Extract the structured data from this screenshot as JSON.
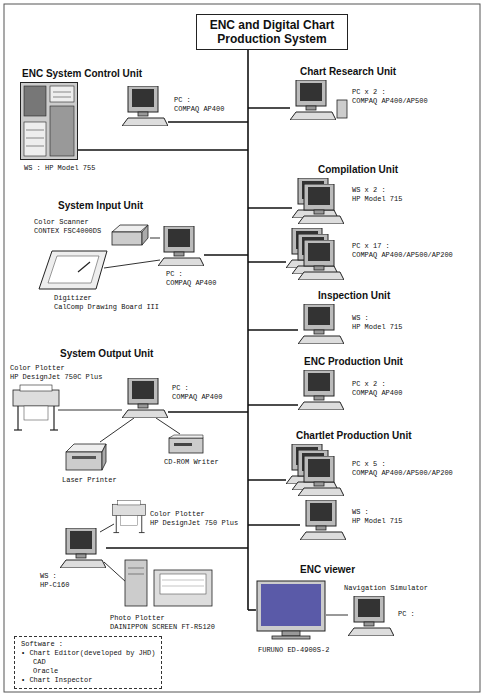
{
  "diagram": {
    "title": "ENC and Digital Chart Production System",
    "nodes": [
      {
        "text": [
          "Software :",
          "• Chart Editor(developed by JHD)",
          "CAD",
          "Oracle",
          "• Chart Inspector"
        ]
      }
    ],
    "labels": [
      "ENC System Control Unit",
      "PC :",
      "COMPAQ AP400",
      "WS : HP Model 755",
      "Chart Research Unit",
      "PC x 2 :",
      "COMPAQ AP400/AP500",
      "Compilation Unit",
      "WS x 2 :",
      "HP Model 715",
      "PC x 17 :",
      "COMPAQ AP400/AP500/AP200",
      "System Input Unit",
      "Color Scanner",
      "CONTEX FSC4000DS",
      "PC :",
      "COMPAQ AP400",
      "Digitizer",
      "CalComp Drawing Board III",
      "Inspection Unit",
      "WS :",
      "HP Model 715",
      "System Output Unit",
      "Color Plotter",
      "HP DesignJet 750C Plus",
      "PC :",
      "COMPAQ AP400",
      "CD-ROM Writer",
      "Laser Printer",
      "ENC Production Unit",
      "PC x 2 :",
      "COMPAQ AP400",
      "Chartlet Production Unit",
      "PC x 5 :",
      "COMPAQ AP400/AP500/AP200",
      "WS :",
      "HP Model 715",
      "Color Plotter",
      "HP DesignJet 750 Plus",
      "WS :",
      "HP-C160",
      "Photo Plotter",
      "DAINIPPON SCREEN FT-R5120",
      "ENC viewer",
      "Navigation Simulator",
      "PC :",
      "FURUNO ED-4900S-2"
    ]
  }
}
